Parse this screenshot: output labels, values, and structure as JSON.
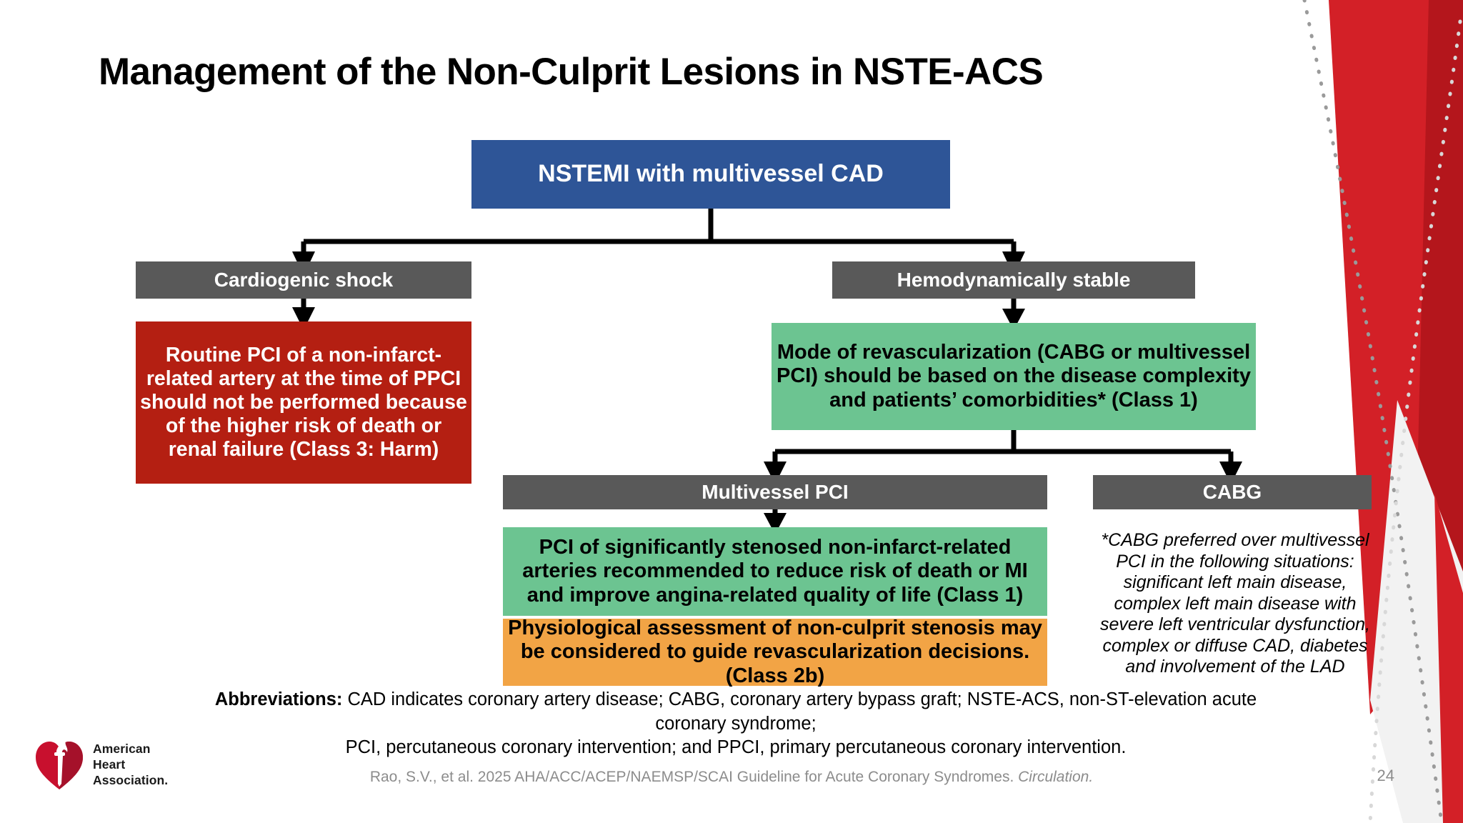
{
  "slide": {
    "title": "Management of the Non-Culprit Lesions in NSTE-ACS",
    "page_number": "24"
  },
  "colors": {
    "blue": "#2E5597",
    "gray": "#595959",
    "red": "#B41F12",
    "green": "#6CC491",
    "orange": "#F2A445",
    "deco_red": "#D32027",
    "citation_gray": "#8C8C8C"
  },
  "flowchart": {
    "root": {
      "label": "NSTEMI with multivessel CAD"
    },
    "branch_left": {
      "label": "Cardiogenic shock"
    },
    "branch_right": {
      "label": "Hemodynamically stable"
    },
    "left_recommendation": {
      "label": "Routine PCI of a non-infarct-related artery at the time of PPCI should not be performed because of the higher risk of death or renal failure (Class 3: Harm)",
      "class_level": "Class 3: Harm"
    },
    "right_recommendation": {
      "label": "Mode of revascularization (CABG or multivessel PCI) should be based on the disease complexity and patients’ comorbidities* (Class 1)",
      "class_level": "Class 1"
    },
    "sub_branch_left": {
      "label": "Multivessel PCI"
    },
    "sub_branch_right": {
      "label": "CABG"
    },
    "pci_recommendation": {
      "label": "PCI of significantly stenosed non-infarct-related arteries recommended to reduce risk of death or MI and improve angina-related quality of life (Class 1)",
      "class_level": "Class 1"
    },
    "physiologic_recommendation": {
      "label": "Physiological assessment of non-culprit stenosis may be considered to guide revascularization decisions. (Class 2b)",
      "class_level": "Class 2b"
    },
    "cabg_footnote": "*CABG preferred over multivessel PCI in the following situations: significant left main disease, complex left main disease with severe left ventricular dysfunction, complex or diffuse CAD, diabetes and involvement of the LAD"
  },
  "abbreviations": {
    "lead": "Abbreviations:",
    "line1": " CAD indicates coronary artery disease; CABG, coronary artery bypass graft; NSTE-ACS, non-ST-elevation acute",
    "line2": "coronary syndrome;",
    "line3": "PCI, percutaneous coronary intervention; and PPCI, primary percutaneous coronary intervention."
  },
  "citation": {
    "text": "Rao, S.V., et al. 2025 AHA/ACC/ACEP/NAEMSP/SCAI Guideline for Acute Coronary Syndromes. ",
    "journal": "Circulation."
  },
  "logo": {
    "line1": "American",
    "line2": "Heart",
    "line3": "Association."
  }
}
